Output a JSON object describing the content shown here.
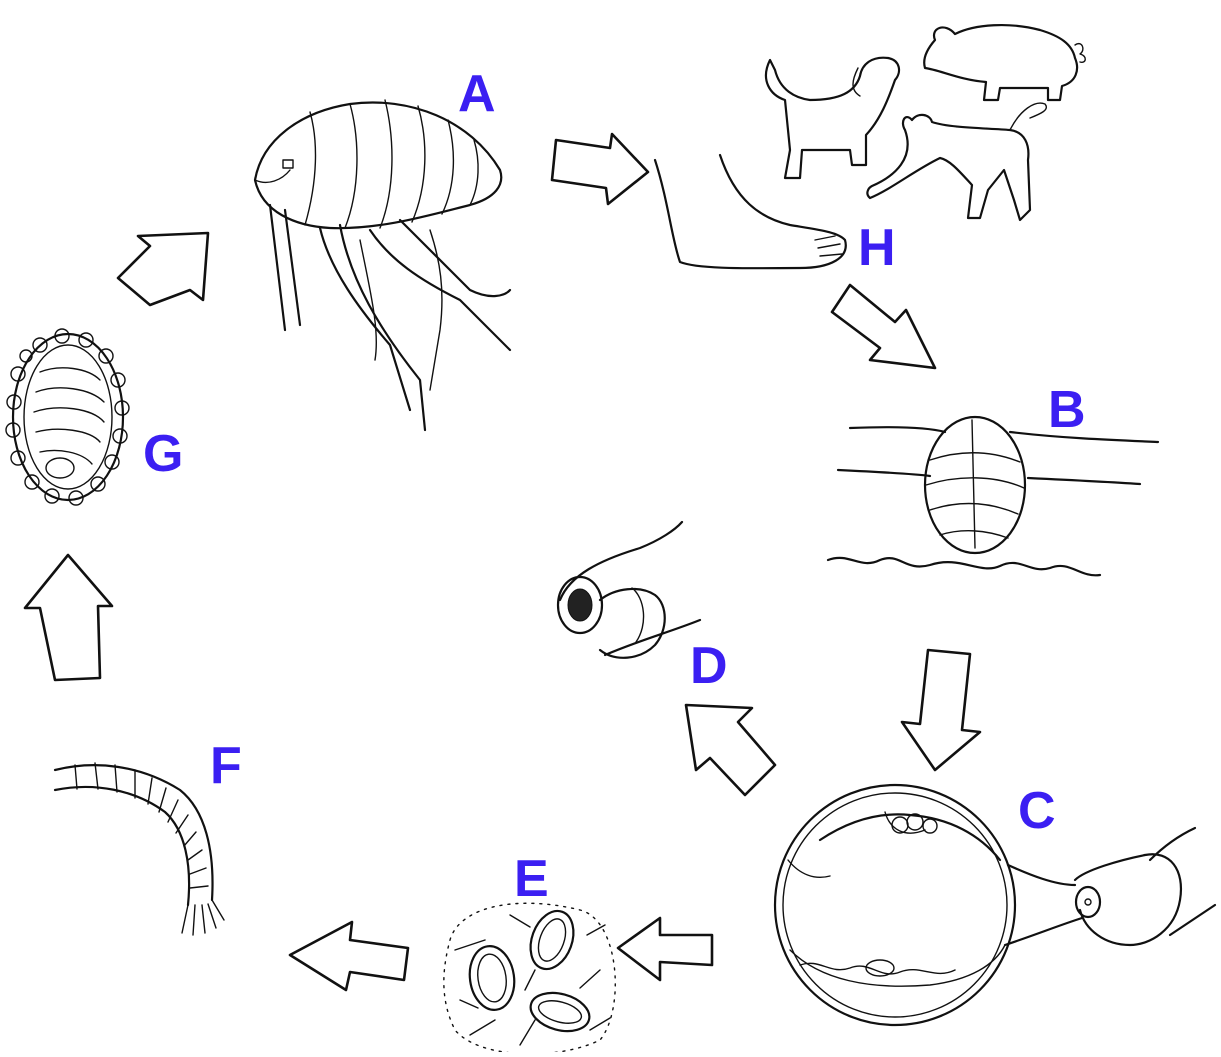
{
  "labels": {
    "A": "A",
    "B": "B",
    "C": "C",
    "D": "D",
    "E": "E",
    "F": "F",
    "G": "G",
    "H": "H"
  },
  "colors": {
    "label": "#3b1ff2",
    "ink": "#111111",
    "background": "#ffffff"
  }
}
